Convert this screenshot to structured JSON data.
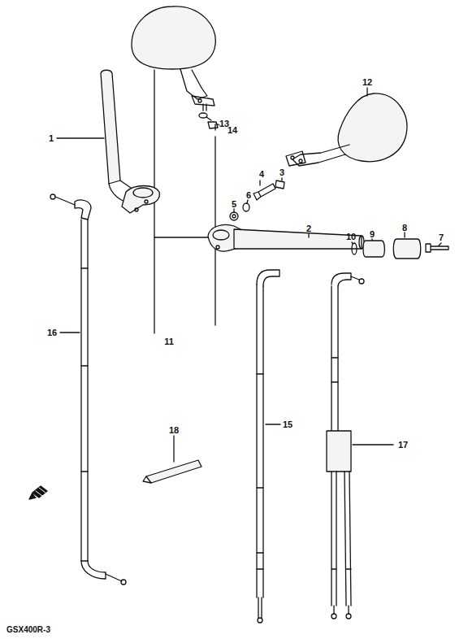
{
  "diagram": {
    "labels": [
      "1",
      "11",
      "13",
      "14",
      "12",
      "3",
      "4",
      "6",
      "5",
      "2",
      "10",
      "9",
      "8",
      "7",
      "16",
      "18",
      "15",
      "17",
      "GSX400R-3"
    ]
  }
}
